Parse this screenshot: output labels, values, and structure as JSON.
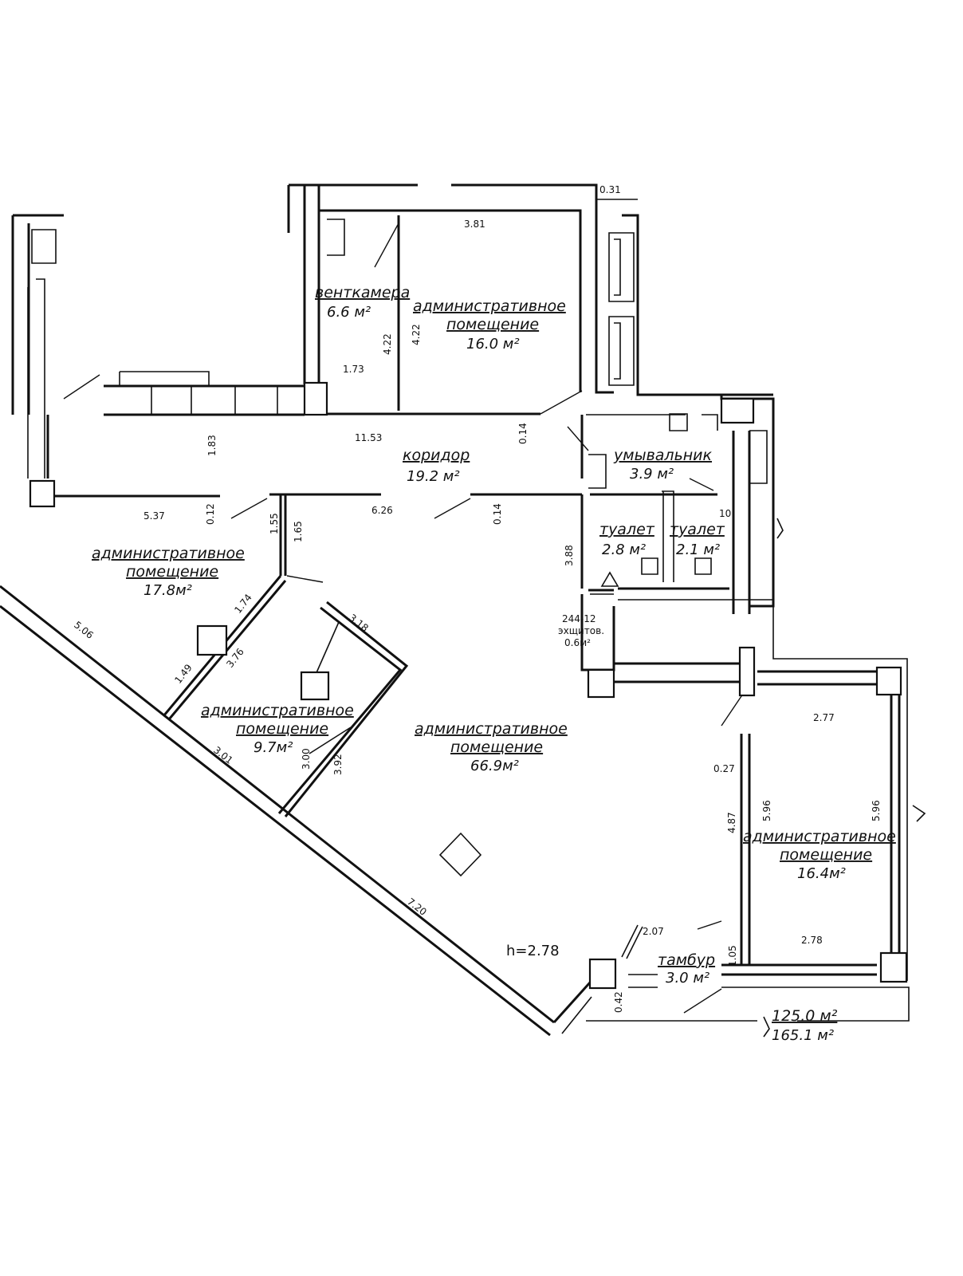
{
  "rooms": {
    "ventkamera": {
      "name": "венткамера",
      "area": "6.6 м²"
    },
    "admin_16_0": {
      "name": "административное",
      "name2": "помещение",
      "area": "16.0 м²"
    },
    "koridor": {
      "name": "коридор",
      "area": "19.2 м²"
    },
    "umyvalnik": {
      "name": "умывальник",
      "area": "3.9 м²"
    },
    "tualet_1": {
      "name": "туалет",
      "area": "2.8 м²"
    },
    "tualet_2": {
      "name": "туалет",
      "area": "2.1 м²"
    },
    "admin_17_8": {
      "name": "административное",
      "name2": "помещение",
      "area": "17.8м²"
    },
    "shchitov": {
      "name": "244-12",
      "name2": "эхщитов.",
      "area": "0.6м²"
    },
    "admin_9_7": {
      "name": "административное",
      "name2": "помещение",
      "area": "9.7м²"
    },
    "admin_66_9": {
      "name": "административное",
      "name2": "помещение",
      "area": "66.9м²"
    },
    "admin_16_4": {
      "name": "административное",
      "name2": "помещение",
      "area": "16.4м²"
    },
    "tambur": {
      "name": "тамбур",
      "area": "3.0 м²"
    }
  },
  "totals": {
    "main": "125.0 м²",
    "overall": "165.1 м²"
  },
  "ceiling_height": "h=2.78",
  "dimensions": {
    "d_0_31": "0.31",
    "d_3_81": "3.81",
    "d_4_22a": "4.22",
    "d_4_22b": "4.22",
    "d_1_73": "1.73",
    "d_1_83": "1.83",
    "d_11_53": "11.53",
    "d_0_14a": "0.14",
    "d_5_37": "5.37",
    "d_0_12": "0.12",
    "d_1_55": "1.55",
    "d_1_65": "1.65",
    "d_6_26": "6.26",
    "d_0_14b": "0.14",
    "d_3_88": "3.88",
    "d_10": "10",
    "d_5_06": "5.06",
    "d_1_74": "1.74",
    "d_3_18": "3.18",
    "d_3_76": "3.76",
    "d_1_49": "1.49",
    "d_3_01": "3.01",
    "d_3_00": "3.00",
    "d_3_92": "3.92",
    "d_2_77": "2.77",
    "d_0_27": "0.27",
    "d_4_87": "4.87",
    "d_5_96a": "5.96",
    "d_5_96b": "5.96",
    "d_7_20": "7.20",
    "d_2_07": "2.07",
    "d_2_78": "2.78",
    "d_1_05": "1.05",
    "d_0_42": "0.42"
  }
}
